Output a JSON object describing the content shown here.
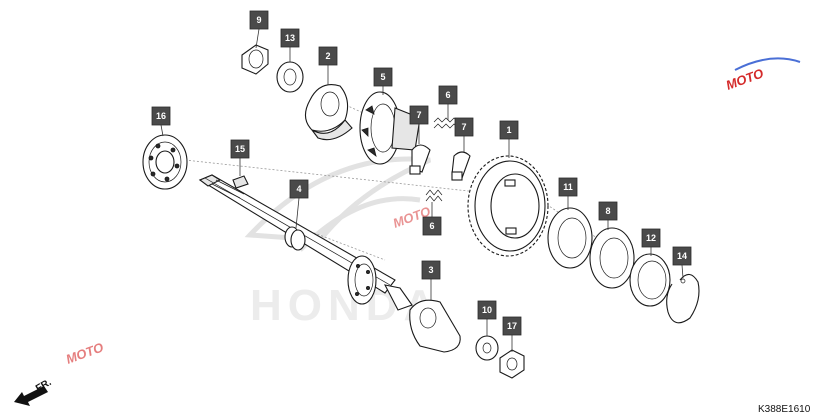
{
  "callouts": [
    "1",
    "2",
    "3",
    "4",
    "5",
    "6",
    "7",
    "8",
    "9",
    "10",
    "11",
    "12",
    "13",
    "14",
    "15",
    "16",
    "17"
  ],
  "diagram_code": "K388E1610",
  "direction_label": "FR.",
  "logo_text": "MOTO",
  "colors": {
    "callout_fill": "#4a4a4a",
    "line": "#1a1a1a",
    "watermark": "#e2e2e2",
    "logo": "#d42a2a"
  }
}
